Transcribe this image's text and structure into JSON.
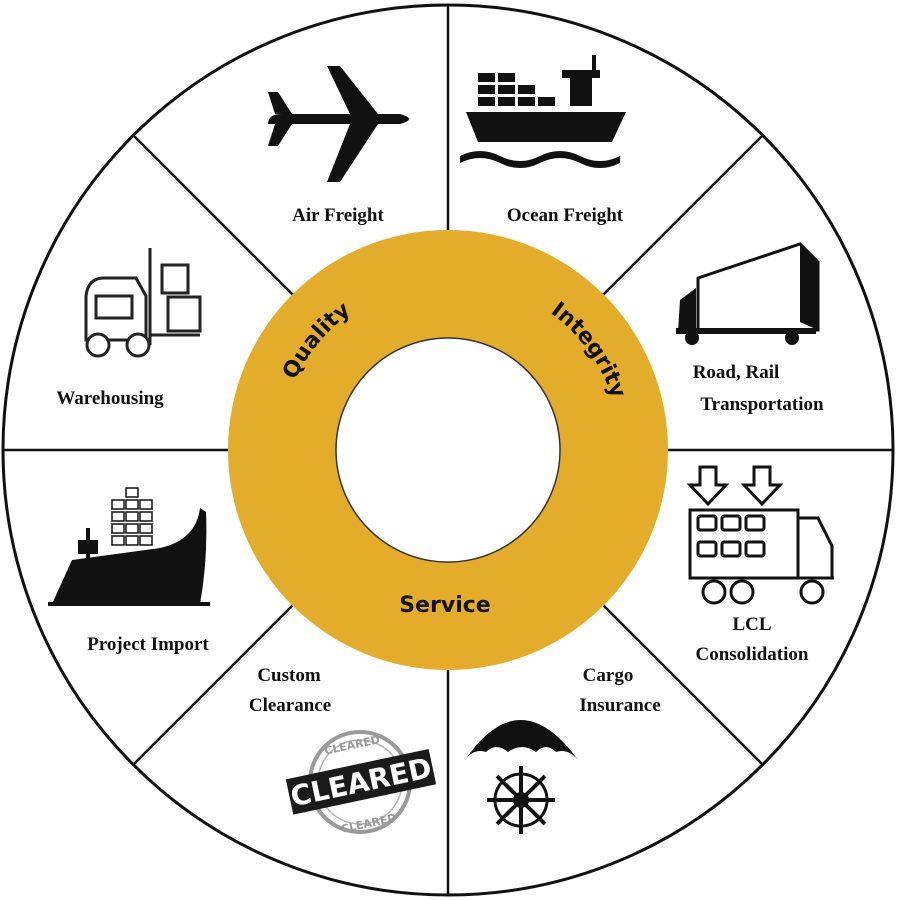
{
  "colors": {
    "ring": "#E3AD2B",
    "ink": "#111111",
    "background": "#FFFFFF"
  },
  "core_values": {
    "quality": "Quality",
    "integrity": "Integrity",
    "service": "Service"
  },
  "services": {
    "air_freight": {
      "label": "Air Freight",
      "icon": "airplane-icon"
    },
    "ocean_freight": {
      "label": "Ocean Freight",
      "icon": "cargo-ship-icon"
    },
    "road_rail": {
      "line1": "Road, Rail",
      "line2": "Transportation",
      "icon": "truck-icon"
    },
    "lcl": {
      "line1": "LCL",
      "line2": "Consolidation",
      "icon": "loaded-truck-icon"
    },
    "cargo_insurance": {
      "line1": "Cargo",
      "line2": "Insurance",
      "icon": "umbrella-wheel-icon"
    },
    "custom_clearance": {
      "line1": "Custom",
      "line2": "Clearance",
      "icon": "cleared-stamp-icon"
    },
    "project_import": {
      "label": "Project Import",
      "icon": "container-ship-icon"
    },
    "warehousing": {
      "label": "Warehousing",
      "icon": "forklift-icon"
    }
  },
  "stamp": {
    "main": "CLEARED",
    "small": "CLEARED"
  }
}
